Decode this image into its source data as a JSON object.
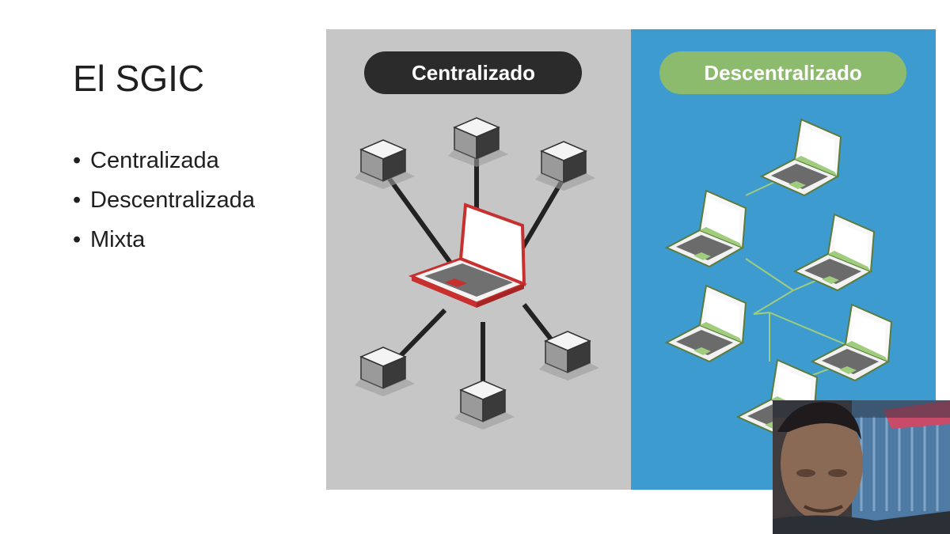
{
  "slide": {
    "title": "El SGIC",
    "bullets": [
      {
        "marker": "•",
        "text": "Centralizada"
      },
      {
        "marker": "•",
        "text": "Descentralizada"
      },
      {
        "marker": "•",
        "text": "Mixta"
      }
    ]
  },
  "figure": {
    "left_panel": {
      "label": "Centralizado",
      "background": "#c6c6c6",
      "label_bg": "#2b2b2b",
      "hub_color": "#d23a3a"
    },
    "right_panel": {
      "label": "Descentralizado",
      "background": "#3d9bd0",
      "label_bg": "#8dbb6e",
      "node_color": "#9fcd7d"
    }
  },
  "webcam": {
    "visible": true
  }
}
